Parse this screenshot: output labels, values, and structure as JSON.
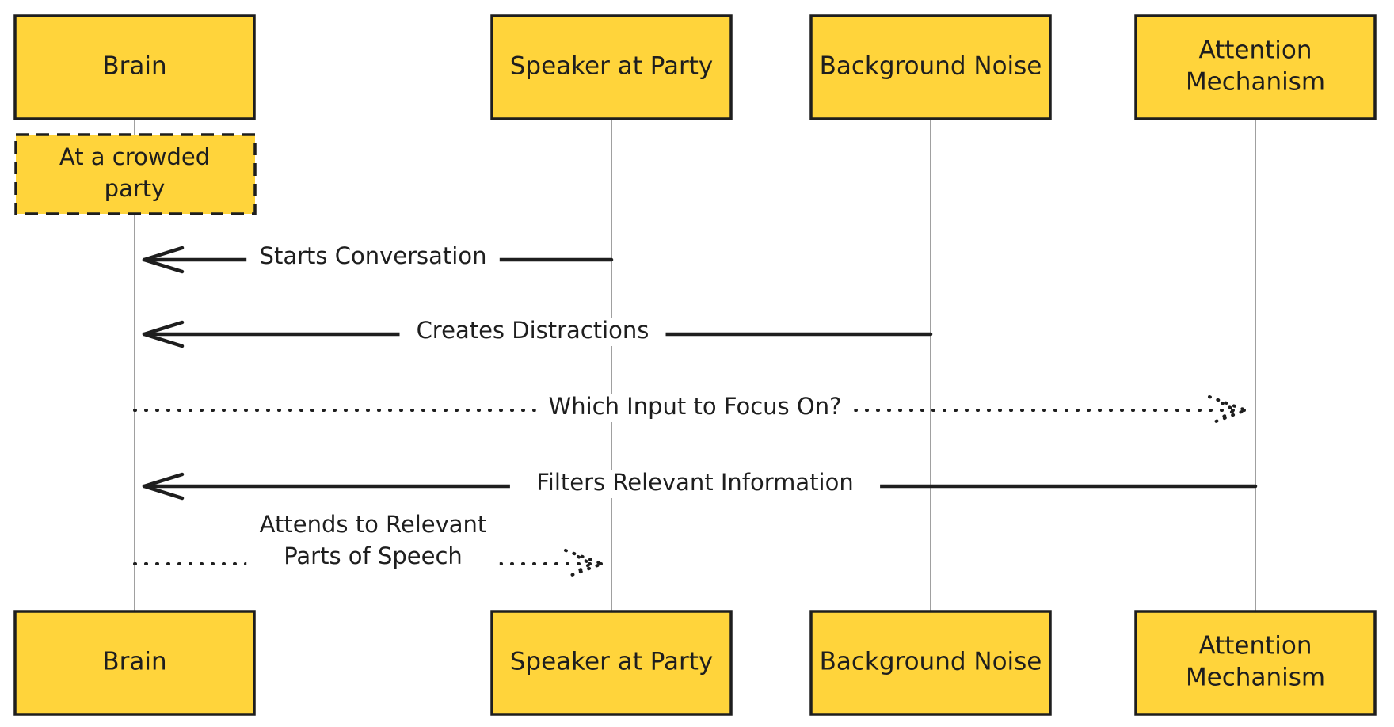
{
  "participants": [
    {
      "id": "brain",
      "label": [
        "Brain"
      ]
    },
    {
      "id": "speaker",
      "label": [
        "Speaker at Party"
      ]
    },
    {
      "id": "noise",
      "label": [
        "Background Noise"
      ]
    },
    {
      "id": "attention",
      "label": [
        "Attention",
        "Mechanism"
      ]
    }
  ],
  "note": {
    "over": "brain",
    "lines": [
      "At a crowded",
      "party"
    ]
  },
  "messages": [
    {
      "from": "speaker",
      "to": "brain",
      "style": "solid",
      "lines": [
        "Starts Conversation"
      ]
    },
    {
      "from": "noise",
      "to": "brain",
      "style": "solid",
      "lines": [
        "Creates Distractions"
      ]
    },
    {
      "from": "brain",
      "to": "attention",
      "style": "dotted",
      "lines": [
        "Which Input to Focus On?"
      ]
    },
    {
      "from": "attention",
      "to": "brain",
      "style": "solid",
      "lines": [
        "Filters Relevant Information"
      ]
    },
    {
      "from": "brain",
      "to": "speaker",
      "style": "dotted",
      "lines": [
        "Attends to Relevant",
        "Parts of Speech"
      ]
    }
  ],
  "colors": {
    "box_fill": "#FFD43B",
    "stroke": "#1e1e1e",
    "lifeline": "#a0a0a0"
  }
}
